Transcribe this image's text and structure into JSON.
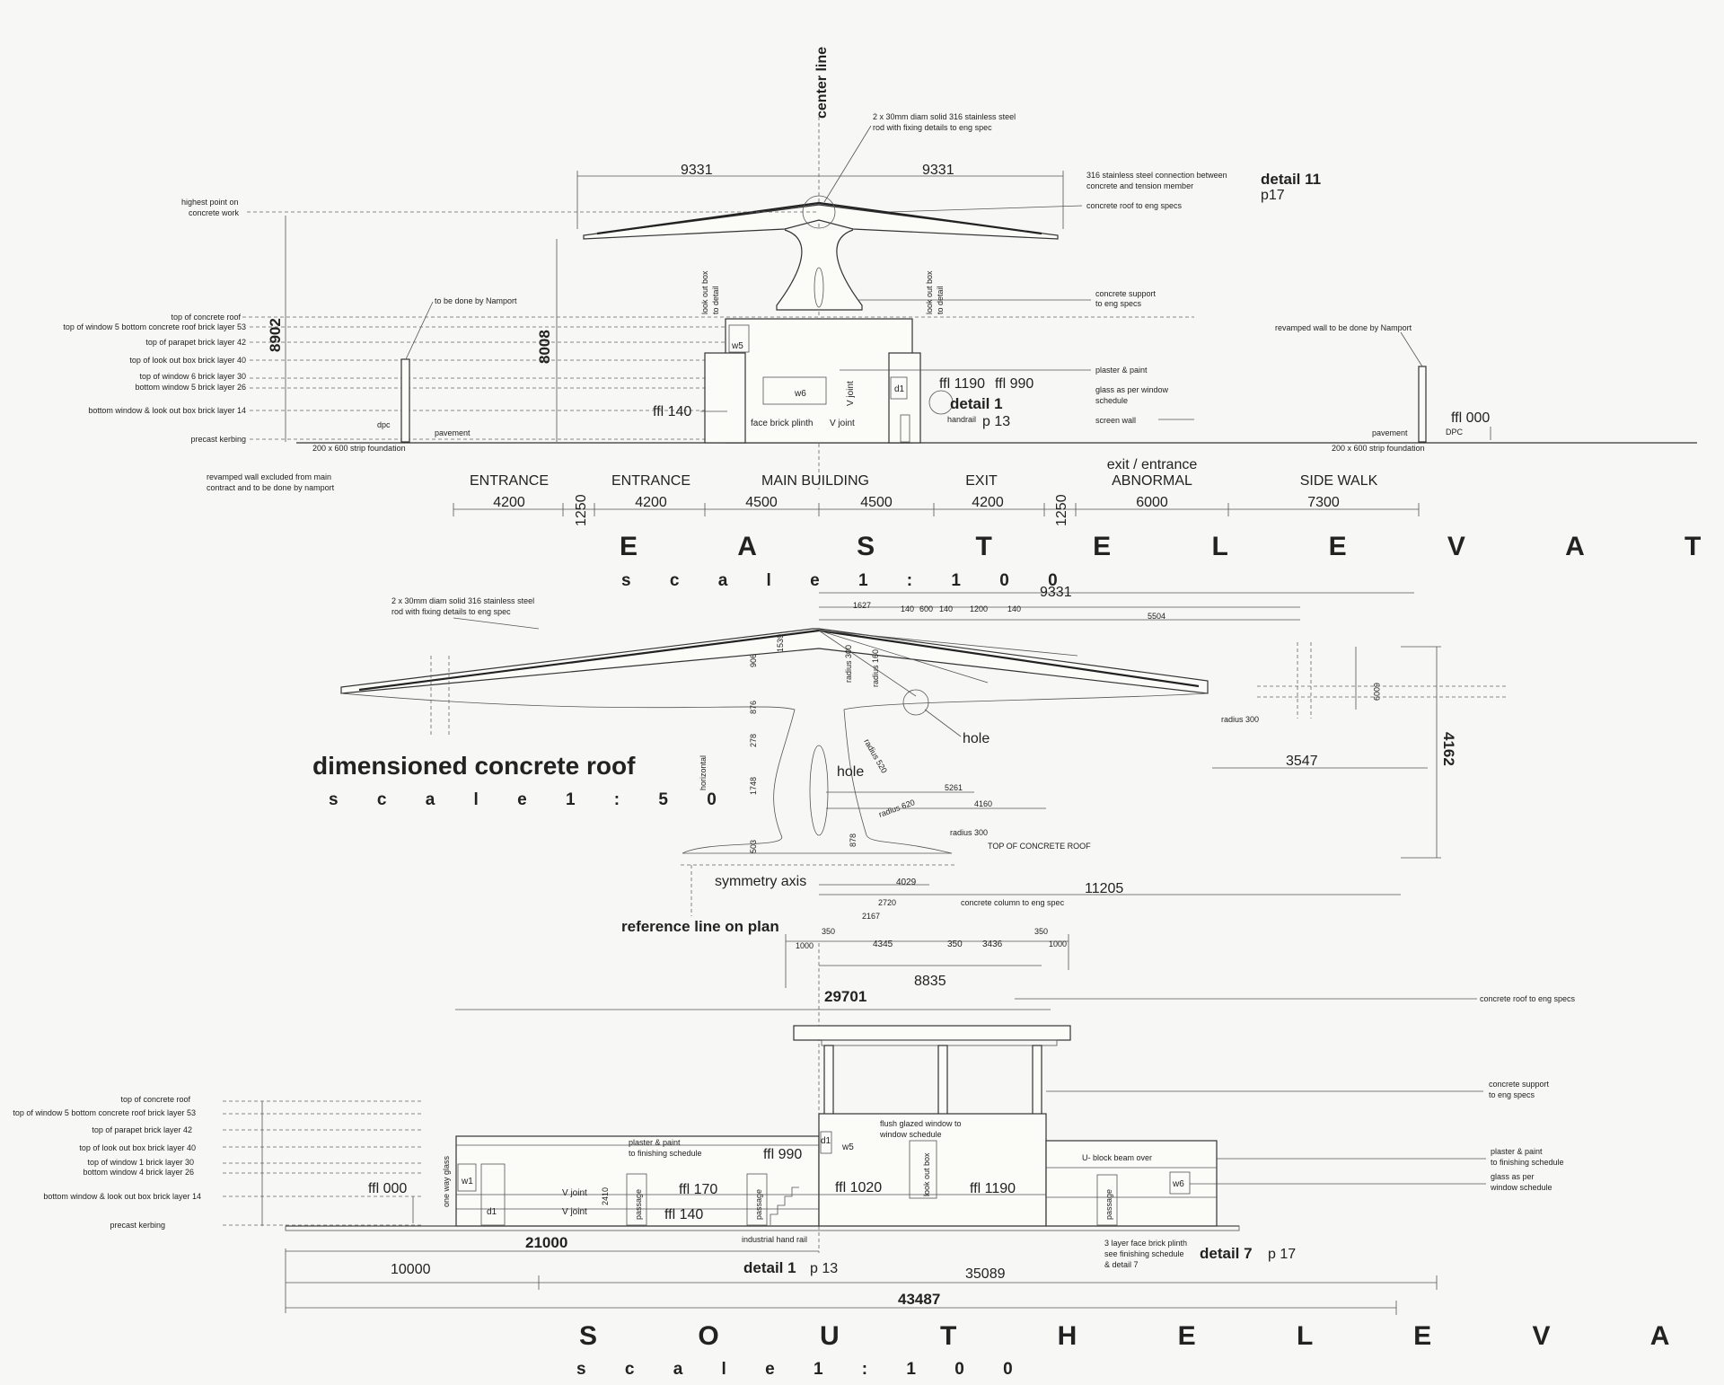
{
  "east": {
    "title": "E A S T   E L E V A T I O N",
    "scale": "s c a l e  1 : 1 0 0",
    "center_line": "center line",
    "rod_note": [
      "2 x 30mm diam solid 316 stainless steel",
      "rod with fixing details to eng spec"
    ],
    "dim_left_9331": "9331",
    "dim_right_9331": "9331",
    "conn_note": [
      "316 stainless steel connection between",
      "concrete and tension member"
    ],
    "detail11": "detail 11",
    "detail11_page": "p17",
    "roof_note": "concrete roof to eng specs",
    "support_note": [
      "concrete support",
      "to eng specs"
    ],
    "highest_point": [
      "highest point on",
      "concrete work"
    ],
    "dim_8902": "8902",
    "dim_8008": "8008",
    "lookout1": [
      "look out box",
      "to detail"
    ],
    "lookout2": [
      "look out box",
      "to detail"
    ],
    "namport_note": "to be done by Namport",
    "revamped_right": "revamped wall to be done by Namport",
    "plaster": "plaster & paint",
    "glass": [
      "glass as per window",
      "schedule"
    ],
    "screen": "screen wall",
    "ffl1190": "ffl 1190",
    "ffl990": "ffl 990",
    "detail1": "detail 1",
    "detail1_page": "p 13",
    "handrail": "handrail",
    "ffl140": "ffl 140",
    "ffl000": "ffl 000",
    "w5": "w5",
    "w6": "w6",
    "d1": "d1",
    "vjoint1": "V joint",
    "vjoint2": "V joint",
    "plinth": "face brick plinth",
    "dpc": "dpc",
    "dpc_r": "DPC",
    "pavement": "pavement",
    "pavement_r": "pavement",
    "strip_l": "200 x 600 strip foundation",
    "strip_r": "200 x 600 strip foundation",
    "revamped_left": [
      "revamped wall excluded from main",
      "contract and to be done by namport"
    ],
    "levels": [
      "top of concrete roof",
      "top of window 5 bottom concrete roof  brick layer 53",
      "top of parapet  brick layer 42",
      "top of look out box  brick layer 40",
      "top of window 6  brick layer 30",
      "bottom  window 5  brick layer 26",
      "bottom window & look out box brick layer 14",
      "precast kerbing"
    ],
    "sections": [
      {
        "label": "ENTRANCE",
        "dim": "4200"
      },
      {
        "label": "ENTRANCE",
        "dim": "4200"
      },
      {
        "label": "MAIN BUILDING",
        "dim": "4500"
      },
      {
        "label": "",
        "dim": "4500"
      },
      {
        "label": "EXIT",
        "dim": "4200"
      },
      {
        "label": "exit / entrance",
        "label2": "ABNORMAL",
        "dim": "6000"
      },
      {
        "label": "SIDE WALK",
        "dim": "7300"
      }
    ],
    "gap_a": "1250",
    "gap_b": "1250"
  },
  "roof": {
    "title": "dimensioned concrete roof",
    "scale": "s c a l e   1 : 5 0",
    "rod_note": [
      "2 x 30mm diam solid 316 stainless steel",
      "rod with fixing details to eng spec"
    ],
    "top_dims": [
      "9331",
      "1627",
      "140",
      "600",
      "140",
      "1200",
      "140",
      "5504"
    ],
    "vert_dims": [
      "906",
      "1539",
      "876",
      "278",
      "1748",
      "503",
      "6009",
      "4162"
    ],
    "radii": [
      "radius 300",
      "radius 160",
      "radius 300",
      "radius 520",
      "radius 620",
      "radius 300"
    ],
    "horizontal": "horizontal",
    "hole1": "hole",
    "hole2": "hole",
    "d3547": "3547",
    "d5261": "5261",
    "d4160": "4160",
    "d4029": "4029",
    "d11205": "11205",
    "d2720": "2720",
    "d2167": "2167",
    "d878": "878",
    "top_note": "TOP OF CONCRETE ROOF",
    "symmetry": "symmetry axis",
    "col_note": "concrete column to eng spec",
    "ref_line": "reference line on plan",
    "bottom_dims": [
      "1000",
      "350",
      "4345",
      "350",
      "3436",
      "350",
      "1000"
    ],
    "d8835": "8835"
  },
  "south": {
    "d29701": "29701",
    "roof_note": "concrete roof to eng specs",
    "support_note": [
      "concrete support",
      "to eng specs"
    ],
    "flush_note": [
      "flush glazed window to",
      "window schedule"
    ],
    "ubeam": "U- block beam over",
    "plaster_mid": [
      "plaster & paint",
      "to finishing schedule"
    ],
    "plaster_right": [
      "plaster & paint",
      "to finishing schedule"
    ],
    "glass_right": [
      "glass as per",
      "window schedule"
    ],
    "ffl990": "ffl 990",
    "ffl000": "ffl 000",
    "ffl170": "ffl 170",
    "ffl140": "ffl 140",
    "ffl1020": "ffl 1020",
    "ffl1190": "ffl 1190",
    "w1": "w1",
    "d1": "d1",
    "w5": "w5",
    "w6": "w6",
    "d1b": "d1",
    "vjoint1": "V joint",
    "vjoint2": "V joint",
    "oneway": "one way glass",
    "passage1": "passage",
    "passage2": "passage",
    "passage3": "passage",
    "lookout": "look out box",
    "d2410": "2410",
    "handrail": "industrial hand rail",
    "plinth_note": [
      "3 layer face brick plinth",
      "see finishing schedule",
      "& detail 7"
    ],
    "detail7": "detail 7",
    "detail7_page": "p 17",
    "detail1": "detail 1",
    "detail1_page": "p 13",
    "d21000": "21000",
    "d10000": "10000",
    "d35089": "35089",
    "d43487": "43487",
    "levels": [
      "top of concrete roof",
      "top of window 5 bottom concrete roof  brick layer 53",
      "top of parapet  brick layer 42",
      "top of look out box  brick layer 40",
      "top of window 1  brick layer 30",
      "bottom window 4  brick layer 26",
      "bottom window & look out box brick layer 14",
      "precast kerbing"
    ],
    "title": "S O U T H   E L E V A T I O N",
    "scale": "s c a l e  1 : 1 0 0"
  }
}
